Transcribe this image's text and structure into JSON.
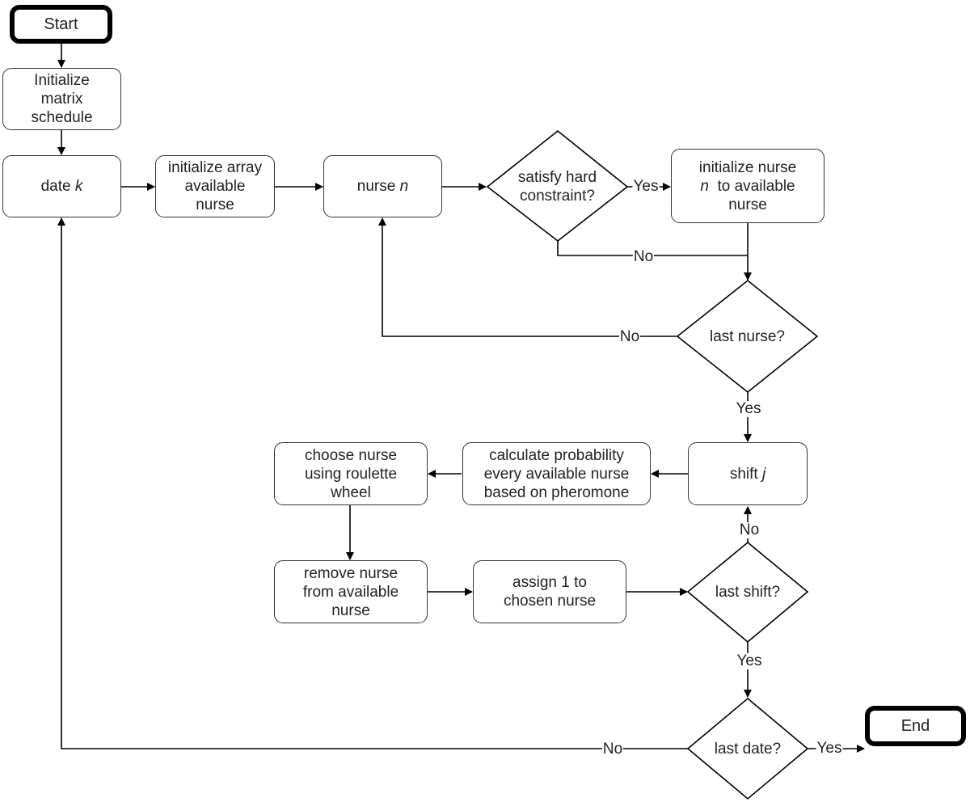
{
  "nodes": {
    "start": "Start",
    "init_matrix": "Initialize\nmatrix\nschedule",
    "date_k": {
      "text": "date ",
      "var": "k"
    },
    "init_array": "initialize array\navailable\nnurse",
    "nurse_n": {
      "text": "nurse ",
      "var": "n"
    },
    "hard_constraint": "satisfy hard\nconstraint?",
    "init_nurse": {
      "line1": "initialize nurse",
      "var": "n",
      "line2_rest": "  to available",
      "line3": "nurse"
    },
    "last_nurse": "last nurse?",
    "shift_j": {
      "text": "shift ",
      "var": "j"
    },
    "calc_prob": "calculate probability\nevery available nurse\nbased on pheromone",
    "choose_nurse": "choose nurse\nusing roulette\nwheel",
    "remove_nurse": "remove nurse\nfrom available\nnurse",
    "assign": "assign 1 to\nchosen nurse",
    "last_shift": "last shift?",
    "last_date": "last date?",
    "end": "End"
  },
  "edge_labels": {
    "hard_yes": "Yes",
    "hard_no": "No",
    "last_nurse_no": "No",
    "last_nurse_yes": "Yes",
    "last_shift_no": "No",
    "last_shift_yes": "Yes",
    "last_date_no": "No",
    "last_date_yes": "Yes"
  },
  "colors": {
    "stroke": "#000000",
    "text": "#222222",
    "background": "#ffffff"
  }
}
